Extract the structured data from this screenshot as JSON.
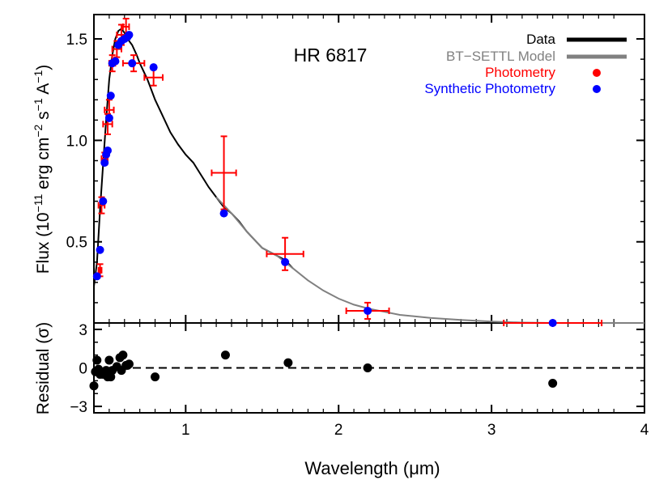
{
  "chart_data": {
    "type": "scatter",
    "title": "HR 6817",
    "xlabel": "Wavelength (μm)",
    "xlim": [
      0.4,
      4.0
    ],
    "top_panel": {
      "ylabel_main": "Flux (10",
      "ylabel_exp1": "−11",
      "ylabel_mid": " erg cm",
      "ylabel_exp2": "−2",
      "ylabel_mid2": " s",
      "ylabel_exp3": "−1",
      "ylabel_mid3": " A",
      "ylabel_exp4": "−1",
      "ylabel_end": ")",
      "ylim": [
        0.1,
        1.62
      ],
      "yticks": [
        0.5,
        1.0,
        1.5
      ],
      "ytick_labels": [
        "0.5",
        "1.0",
        "1.5"
      ]
    },
    "bottom_panel": {
      "ylabel": "Residual (σ)",
      "ylim": [
        -3.5,
        3.5
      ],
      "yticks": [
        -3,
        0,
        3
      ],
      "ytick_labels": [
        "−3",
        "0",
        "3"
      ]
    },
    "xticks": [
      1,
      2,
      3,
      4
    ],
    "xtick_labels": [
      "1",
      "2",
      "3",
      "4"
    ],
    "legend": {
      "position": "top-right",
      "entries": [
        {
          "label": "Data",
          "color": "#000000",
          "kind": "line"
        },
        {
          "label": "BT−SETTL Model",
          "color": "#808080",
          "kind": "line"
        },
        {
          "label": "Photometry",
          "color": "#ff0000",
          "kind": "point"
        },
        {
          "label": "Synthetic Photometry",
          "color": "#0000ff",
          "kind": "point"
        }
      ]
    },
    "series": [
      {
        "name": "Data",
        "kind": "line",
        "color": "#000000",
        "points": [
          [
            0.4,
            0.28
          ],
          [
            0.42,
            0.4
          ],
          [
            0.44,
            0.66
          ],
          [
            0.46,
            0.88
          ],
          [
            0.48,
            1.1
          ],
          [
            0.5,
            1.3
          ],
          [
            0.52,
            1.42
          ],
          [
            0.54,
            1.5
          ],
          [
            0.56,
            1.54
          ],
          [
            0.58,
            1.55
          ],
          [
            0.6,
            1.53
          ],
          [
            0.62,
            1.5
          ],
          [
            0.65,
            1.47
          ],
          [
            0.68,
            1.42
          ],
          [
            0.7,
            1.38
          ],
          [
            0.75,
            1.3
          ],
          [
            0.8,
            1.2
          ],
          [
            0.85,
            1.12
          ],
          [
            0.9,
            1.04
          ],
          [
            0.95,
            0.98
          ],
          [
            1.0,
            0.93
          ],
          [
            1.05,
            0.89
          ],
          [
            1.1,
            0.83
          ],
          [
            1.15,
            0.77
          ],
          [
            1.2,
            0.72
          ],
          [
            1.25,
            0.67
          ],
          [
            1.3,
            0.64
          ],
          [
            1.35,
            0.6
          ],
          [
            1.4,
            0.55
          ],
          [
            1.45,
            0.51
          ],
          [
            1.5,
            0.47
          ],
          [
            1.55,
            0.45
          ],
          [
            1.6,
            0.43
          ],
          [
            1.65,
            0.41
          ],
          [
            1.7,
            0.37
          ]
        ]
      },
      {
        "name": "BT−SETTL Model",
        "kind": "line",
        "color": "#808080",
        "points": [
          [
            1.2,
            0.72
          ],
          [
            1.3,
            0.64
          ],
          [
            1.4,
            0.55
          ],
          [
            1.5,
            0.47
          ],
          [
            1.6,
            0.43
          ],
          [
            1.7,
            0.37
          ],
          [
            1.8,
            0.31
          ],
          [
            1.9,
            0.26
          ],
          [
            2.0,
            0.22
          ],
          [
            2.1,
            0.19
          ],
          [
            2.2,
            0.17
          ],
          [
            2.3,
            0.155
          ],
          [
            2.4,
            0.14
          ],
          [
            2.6,
            0.125
          ],
          [
            2.8,
            0.115
          ],
          [
            3.0,
            0.107
          ],
          [
            3.2,
            0.102
          ],
          [
            3.4,
            0.1
          ],
          [
            3.6,
            0.1
          ],
          [
            3.8,
            0.1
          ],
          [
            4.0,
            0.1
          ]
        ]
      },
      {
        "name": "Photometry",
        "kind": "errorbar",
        "color": "#ff0000",
        "points": [
          {
            "x": 0.44,
            "y": 0.36,
            "xerr": 0.01,
            "yerr": 0.03
          },
          {
            "x": 0.45,
            "y": 0.68,
            "xerr": 0.02,
            "yerr": 0.04
          },
          {
            "x": 0.47,
            "y": 0.91,
            "xerr": 0.02,
            "yerr": 0.03
          },
          {
            "x": 0.49,
            "y": 1.08,
            "xerr": 0.03,
            "yerr": 0.05
          },
          {
            "x": 0.5,
            "y": 1.15,
            "xerr": 0.03,
            "yerr": 0.05
          },
          {
            "x": 0.52,
            "y": 1.38,
            "xerr": 0.02,
            "yerr": 0.04
          },
          {
            "x": 0.55,
            "y": 1.45,
            "xerr": 0.03,
            "yerr": 0.04
          },
          {
            "x": 0.58,
            "y": 1.52,
            "xerr": 0.03,
            "yerr": 0.05
          },
          {
            "x": 0.61,
            "y": 1.56,
            "xerr": 0.02,
            "yerr": 0.04
          },
          {
            "x": 0.66,
            "y": 1.38,
            "xerr": 0.07,
            "yerr": 0.04
          },
          {
            "x": 0.79,
            "y": 1.31,
            "xerr": 0.06,
            "yerr": 0.04
          },
          {
            "x": 1.25,
            "y": 0.84,
            "xerr": 0.08,
            "yerr": 0.18
          },
          {
            "x": 1.65,
            "y": 0.44,
            "xerr": 0.12,
            "yerr": 0.08
          },
          {
            "x": 2.19,
            "y": 0.16,
            "xerr": 0.14,
            "yerr": 0.04
          },
          {
            "x": 3.4,
            "y": 0.1,
            "xerr": 0.32,
            "yerr": 0.01
          }
        ]
      },
      {
        "name": "Synthetic Photometry",
        "kind": "point",
        "color": "#0000ff",
        "points": [
          [
            0.42,
            0.33
          ],
          [
            0.44,
            0.46
          ],
          [
            0.46,
            0.7
          ],
          [
            0.47,
            0.89
          ],
          [
            0.48,
            0.93
          ],
          [
            0.49,
            0.95
          ],
          [
            0.5,
            1.11
          ],
          [
            0.51,
            1.22
          ],
          [
            0.52,
            1.38
          ],
          [
            0.54,
            1.39
          ],
          [
            0.56,
            1.47
          ],
          [
            0.58,
            1.49
          ],
          [
            0.6,
            1.5
          ],
          [
            0.62,
            1.51
          ],
          [
            0.63,
            1.52
          ],
          [
            0.65,
            1.38
          ],
          [
            0.79,
            1.36
          ],
          [
            1.25,
            0.64
          ],
          [
            1.65,
            0.4
          ],
          [
            2.19,
            0.16
          ],
          [
            3.4,
            0.1
          ]
        ]
      }
    ],
    "residuals": [
      [
        0.4,
        -1.4
      ],
      [
        0.41,
        -0.3
      ],
      [
        0.42,
        0.6
      ],
      [
        0.43,
        -0.1
      ],
      [
        0.44,
        -0.5
      ],
      [
        0.46,
        -0.5
      ],
      [
        0.48,
        -0.2
      ],
      [
        0.49,
        -0.7
      ],
      [
        0.5,
        0.6
      ],
      [
        0.51,
        -0.7
      ],
      [
        0.52,
        -0.2
      ],
      [
        0.55,
        0.1
      ],
      [
        0.57,
        0.8
      ],
      [
        0.58,
        -0.2
      ],
      [
        0.59,
        1.0
      ],
      [
        0.61,
        0.2
      ],
      [
        0.62,
        0.2
      ],
      [
        0.63,
        0.3
      ],
      [
        0.8,
        -0.7
      ],
      [
        1.26,
        1.0
      ],
      [
        1.67,
        0.4
      ],
      [
        2.19,
        0.0
      ],
      [
        3.4,
        -1.2
      ]
    ]
  }
}
